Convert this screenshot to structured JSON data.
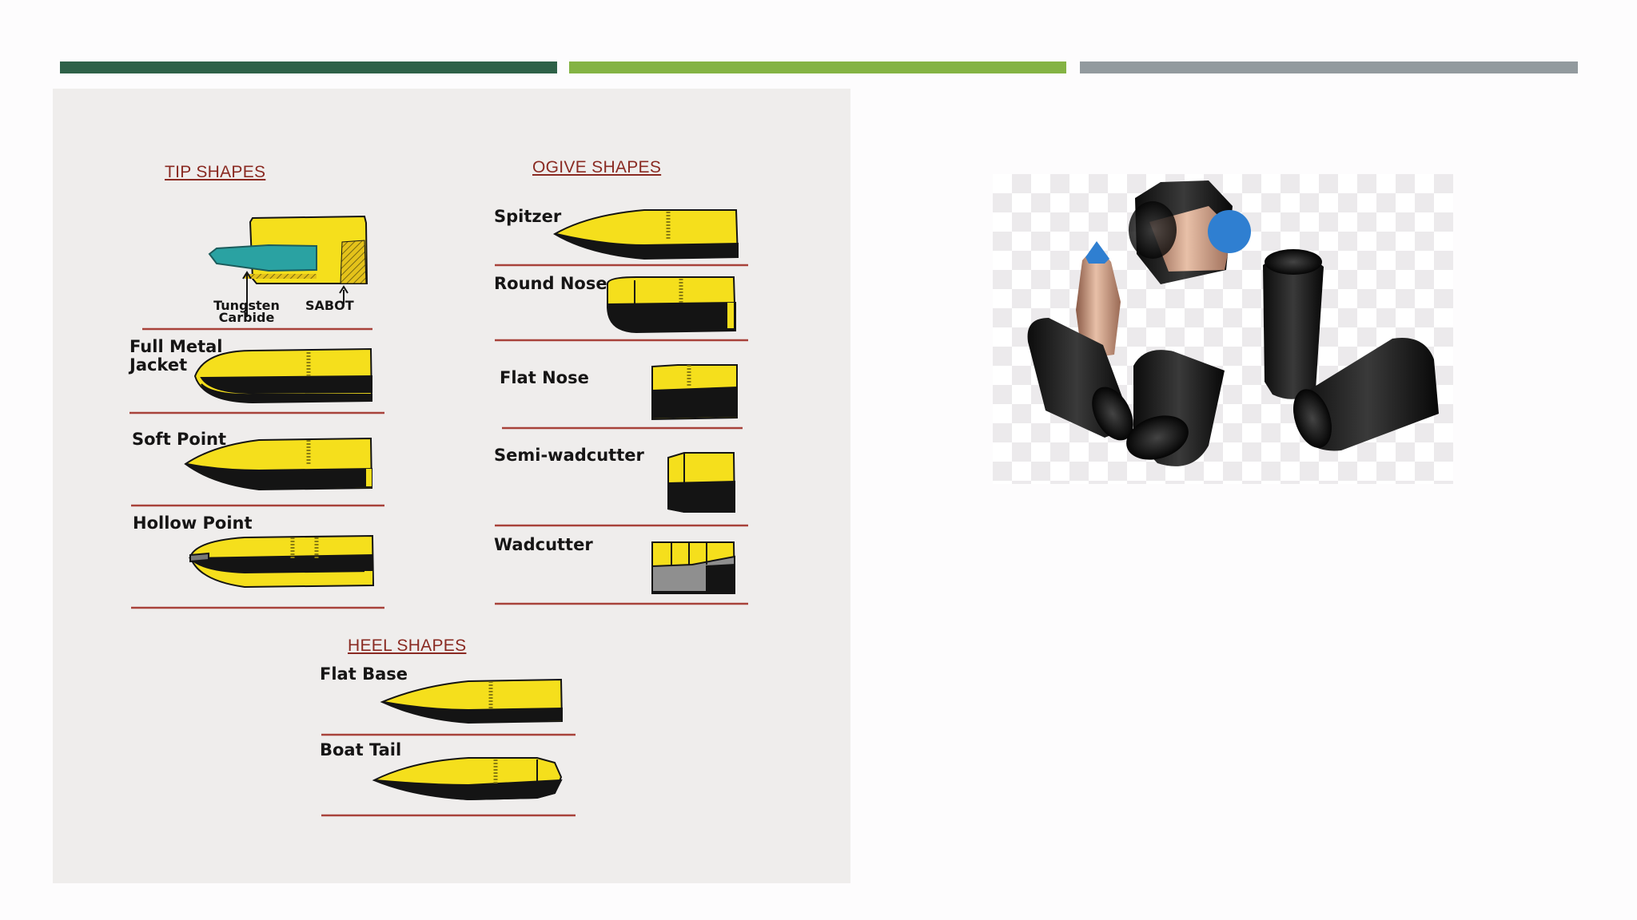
{
  "accent_bars": [
    {
      "color": "#2e6148"
    },
    {
      "color": "#84b344"
    },
    {
      "color": "#929a9e"
    }
  ],
  "diagram": {
    "tip_shapes": {
      "heading": "TIP SHAPES",
      "callouts": {
        "tungsten_line1": "Tungsten",
        "tungsten_line2": "Carbide",
        "sabot": "SABOT"
      },
      "items": [
        "Full Metal",
        "Jacket",
        "Soft Point",
        "Hollow Point"
      ]
    },
    "ogive_shapes": {
      "heading": "OGIVE SHAPES",
      "items": [
        "Spitzer",
        "Round Nose",
        "Flat Nose",
        "Semi-wadcutter",
        "Wadcutter"
      ]
    },
    "heel_shapes": {
      "heading": "HEEL SHAPES",
      "items": [
        "Flat Base",
        "Boat Tail"
      ]
    },
    "colors": {
      "bullet_yellow": "#f5df1c",
      "core_black": "#141414",
      "rule_red": "#a8423a"
    }
  },
  "photo": {
    "subject": "sabot-bullets-photo",
    "tip_color": "#2f7fd1"
  }
}
